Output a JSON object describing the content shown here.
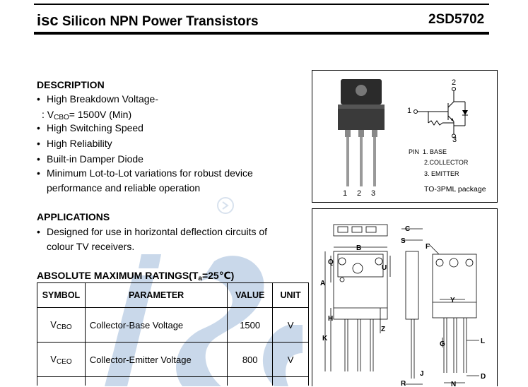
{
  "header": {
    "brand": "isc",
    "title": "Silicon NPN Power Transistors",
    "part_number": "2SD5702"
  },
  "description": {
    "heading": "DESCRIPTION",
    "items": [
      "High Breakdown Voltage-",
      "High Switching Speed",
      "High Reliability",
      "Built-in Damper Diode",
      "Minimum Lot-to-Lot variations for robust device",
      "performance and reliable operation"
    ],
    "vcbo_prefix": ": V",
    "vcbo_sub": "CBO",
    "vcbo_value": "= 1500V (Min)"
  },
  "applications": {
    "heading": "APPLICATIONS",
    "items": [
      "Designed for use in horizontal deflection circuits of",
      "colour TV receivers."
    ]
  },
  "ratings": {
    "heading_prefix": "ABSOLUTE MAXIMUM RATINGS(T",
    "heading_sub": "a",
    "heading_suffix": "=25℃)",
    "columns": [
      "SYMBOL",
      "PARAMETER",
      "VALUE",
      "UNIT"
    ],
    "rows": [
      {
        "symbol_main": "V",
        "symbol_sub": "CBO",
        "parameter": "Collector-Base Voltage",
        "value": "1500",
        "unit": "V"
      },
      {
        "symbol_main": "V",
        "symbol_sub": "CEO",
        "parameter": "Collector-Emitter Voltage",
        "value": "800",
        "unit": "V"
      }
    ]
  },
  "package": {
    "pin_labels": [
      "1",
      "2",
      "3"
    ],
    "pin_list_title": "PIN",
    "pins": [
      "1. BASE",
      "2.COLLECTOR",
      "3. EMITTER"
    ],
    "package_prefix": "TO-3PML",
    "package_suffix": "package",
    "schematic_pins": [
      "1",
      "2",
      "3"
    ]
  },
  "dimensions": {
    "labels": [
      "C",
      "S",
      "B",
      "F",
      "Q",
      "U",
      "A",
      "Y",
      "H",
      "Z",
      "K",
      "G",
      "L",
      "J",
      "R",
      "N",
      "D"
    ]
  },
  "colors": {
    "watermark": "#c9d8ea",
    "text": "#000000"
  }
}
